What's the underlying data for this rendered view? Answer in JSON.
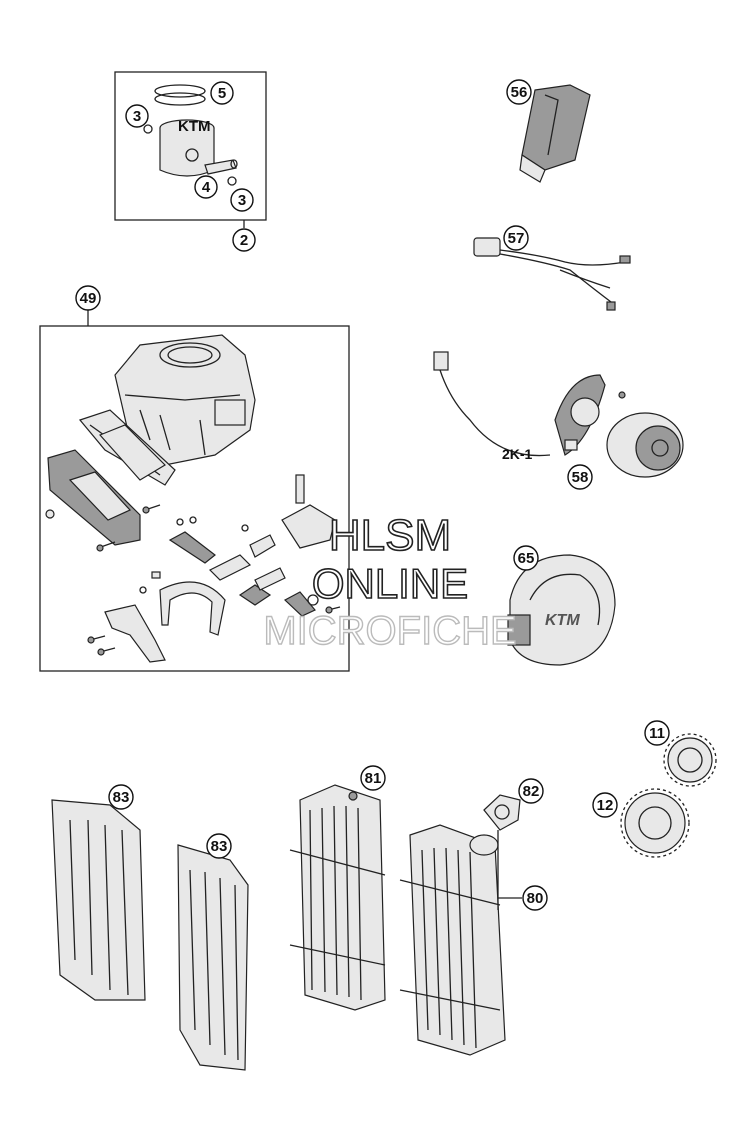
{
  "callouts": {
    "c2": "2",
    "c3a": "3",
    "c3b": "3",
    "c4": "4",
    "c5": "5",
    "c11": "11",
    "c12": "12",
    "c49": "49",
    "c56": "56",
    "c57": "57",
    "c58": "58",
    "c65": "65",
    "c80": "80",
    "c81": "81",
    "c82": "82",
    "c83a": "83",
    "c83b": "83"
  },
  "labels": {
    "stator_label": "2K-1"
  },
  "watermark": {
    "line1": "HLSM",
    "line2": "ONLINE",
    "line3": "MICROFICHE"
  }
}
